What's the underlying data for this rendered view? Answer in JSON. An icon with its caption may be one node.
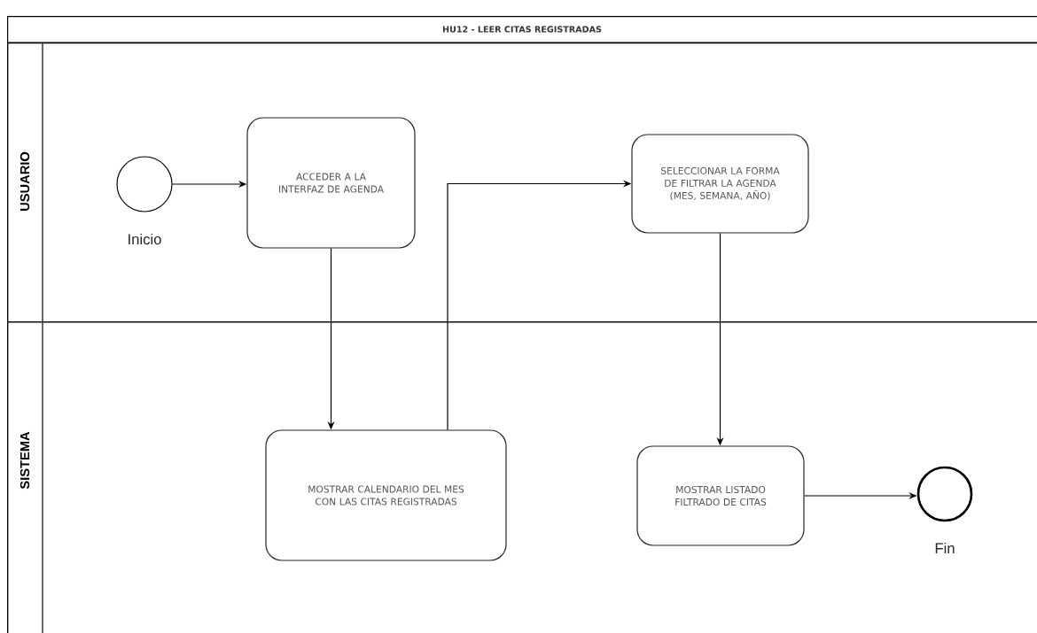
{
  "diagram": {
    "nodes": [
      {
        "text": [
          "HU12 - LEER CITAS REGISTRADAS"
        ]
      },
      {
        "text": [
          "USUARIO"
        ],
        "in": 0
      },
      {
        "text": [
          "SISTEMA"
        ],
        "in": 0
      },
      {
        "text": [],
        "shape": "circle",
        "beside": [
          "Inicio"
        ],
        "in": 1
      },
      {
        "text": [
          "ACCEDER A LA INTERFAZ DE AGENDA"
        ],
        "in": 1
      },
      {
        "text": [
          "SELECCIONAR LA FORMA DE FILTRAR LA AGENDA (MES, SEMANA, AÑO)"
        ],
        "in": 1
      },
      {
        "text": [
          "MOSTRAR CALENDARIO DEL MES CON LAS CITAS REGISTRADAS"
        ],
        "in": 2
      },
      {
        "text": [
          "MOSTRAR LISTADO FILTRADO DE CITAS"
        ],
        "in": 2
      },
      {
        "text": [],
        "shape": "circle",
        "beside": [
          "Fin"
        ],
        "in": 2
      }
    ],
    "edges": [
      {
        "from": 3,
        "to": 4,
        "arrow": "to"
      },
      {
        "from": 4,
        "to": 6,
        "arrow": "to"
      },
      {
        "from": 6,
        "to": 5,
        "arrow": "to"
      },
      {
        "from": 5,
        "to": 7,
        "arrow": "to"
      },
      {
        "from": 7,
        "to": 8,
        "arrow": "to"
      }
    ]
  }
}
